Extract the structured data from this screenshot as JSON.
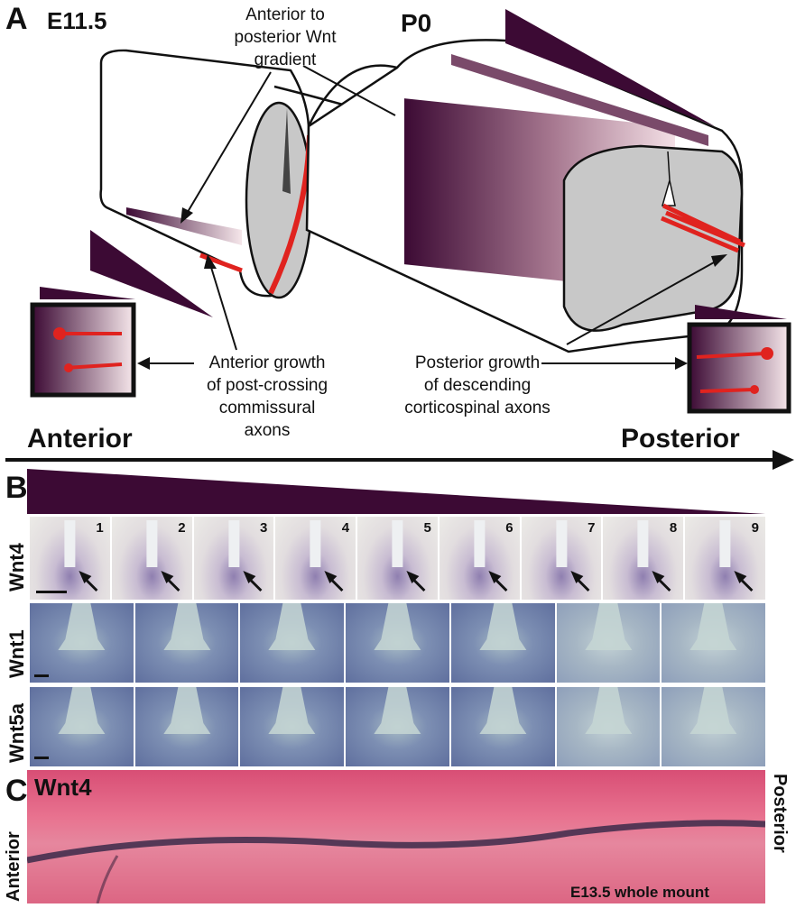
{
  "panel_a": {
    "letter": "A",
    "stage_left": "E11.5",
    "stage_right": "P0",
    "gradient_note_lines": [
      "Anterior to",
      "posterior Wnt",
      "gradient"
    ],
    "anterior_growth_lines": [
      "Anterior growth",
      "of post-crossing",
      "commissural axons"
    ],
    "posterior_growth_lines": [
      "Posterior growth",
      "of descending",
      "corticospinal axons"
    ]
  },
  "axis": {
    "anterior": "Anterior",
    "posterior": "Posterior"
  },
  "panel_b": {
    "letter": "B",
    "rows": [
      {
        "label": "Wnt4",
        "tiles": [
          "1",
          "2",
          "3",
          "4",
          "5",
          "6",
          "7",
          "8",
          "9"
        ]
      },
      {
        "label": "Wnt1",
        "tile_count": 7
      },
      {
        "label": "Wnt5a",
        "tile_count": 7
      }
    ]
  },
  "panel_c": {
    "letter": "C",
    "title": "Wnt4",
    "left_label": "Anterior",
    "right_label": "Posterior",
    "caption": "E13.5 whole mount"
  },
  "colors": {
    "gradient_dark": "#3c0a34",
    "axon_red": "#e0231f",
    "tissue_gray": "#c8c8c8",
    "strip_pink": "#e2708c"
  }
}
